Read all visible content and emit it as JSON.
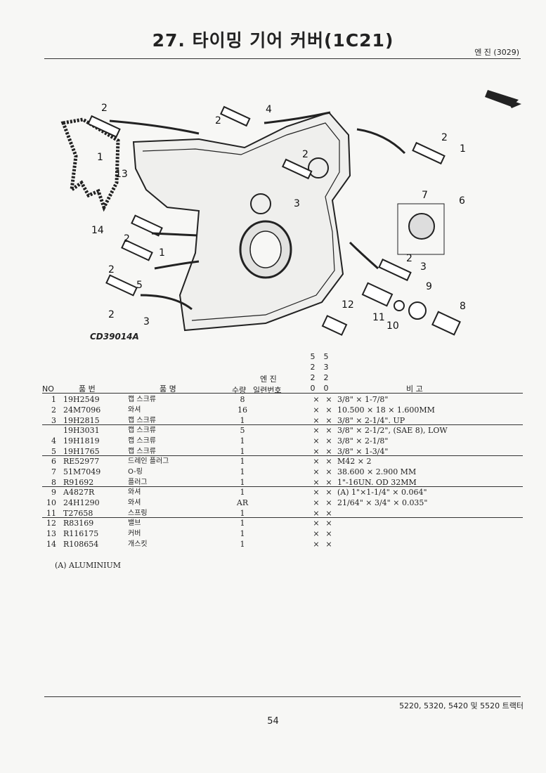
{
  "page": {
    "title": "27. 타이밍 기어 커버(1C21)",
    "section": "엔 진 (3029)",
    "figure_code": "CD39014A",
    "footnote": "(A) ALUMINIUM",
    "footer": "5220, 5320, 5420 및 5520 트랙터",
    "page_number": "54"
  },
  "table": {
    "model_cols": [
      {
        "d1": "5",
        "d2": "2",
        "d3": "2",
        "d4": "0"
      },
      {
        "d1": "5",
        "d2": "3",
        "d3": "2",
        "d4": "0"
      }
    ],
    "headers": {
      "no": "NO",
      "part": "품 번",
      "name": "품 명",
      "qty": "수량",
      "engine_top": "엔 진",
      "engine_bottom": "일련번호",
      "remarks": "비 고"
    },
    "rows": [
      {
        "no": "1",
        "part": "19H2549",
        "name": "캡 스크류",
        "qty": "8",
        "x1": "×",
        "x2": "×",
        "rem": "3/8\" × 1-7/8\""
      },
      {
        "no": "2",
        "part": "24M7096",
        "name": "와셔",
        "qty": "16",
        "x1": "×",
        "x2": "×",
        "rem": "10.500 × 18 × 1.600MM"
      },
      {
        "no": "3",
        "part": "19H2815",
        "name": "캡 스크류",
        "qty": "1",
        "x1": "×",
        "x2": "×",
        "rem": "3/8\" × 2-1/4\". UP"
      },
      {
        "no": "",
        "part": "19H3031",
        "name": "캡 스크류",
        "qty": "5",
        "x1": "×",
        "x2": "×",
        "rem": "3/8\" × 2-1/2\", (SAE 8), LOW"
      },
      {
        "no": "4",
        "part": "19H1819",
        "name": "캡 스크류",
        "qty": "1",
        "x1": "×",
        "x2": "×",
        "rem": "3/8\" × 2-1/8\""
      },
      {
        "no": "5",
        "part": "19H1765",
        "name": "캡 스크류",
        "qty": "1",
        "x1": "×",
        "x2": "×",
        "rem": "3/8\" × 1-3/4\""
      },
      {
        "no": "6",
        "part": "RE52977",
        "name": "드레인 플러그",
        "qty": "1",
        "x1": "×",
        "x2": "×",
        "rem": "M42 × 2"
      },
      {
        "no": "7",
        "part": "51M7049",
        "name": "O-링",
        "qty": "1",
        "x1": "×",
        "x2": "×",
        "rem": "38.600 × 2.900 MM"
      },
      {
        "no": "8",
        "part": "R91692",
        "name": "플러그",
        "qty": "1",
        "x1": "×",
        "x2": "×",
        "rem": "1\"-16UN. OD 32MM"
      },
      {
        "no": "9",
        "part": "A4827R",
        "name": "와셔",
        "qty": "1",
        "x1": "×",
        "x2": "×",
        "rem": "(A) 1\"×1-1/4\" × 0.064\""
      },
      {
        "no": "10",
        "part": "24H1290",
        "name": "와셔",
        "qty": "AR",
        "x1": "×",
        "x2": "×",
        "rem": "21/64\" × 3/4\" × 0.035\""
      },
      {
        "no": "11",
        "part": "T27658",
        "name": "스프링",
        "qty": "1",
        "x1": "×",
        "x2": "×",
        "rem": ""
      },
      {
        "no": "12",
        "part": "R83169",
        "name": "밸브",
        "qty": "1",
        "x1": "×",
        "x2": "×",
        "rem": ""
      },
      {
        "no": "13",
        "part": "R116175",
        "name": "커버",
        "qty": "1",
        "x1": "×",
        "x2": "×",
        "rem": ""
      },
      {
        "no": "14",
        "part": "R108654",
        "name": "개스킷",
        "qty": "1",
        "x1": "×",
        "x2": "×",
        "rem": ""
      }
    ]
  },
  "diagram": {
    "callouts": [
      "2",
      "4",
      "2",
      "1",
      "2",
      "1",
      "13",
      "2",
      "6",
      "7",
      "14",
      "2",
      "1",
      "2",
      "3",
      "2",
      "5",
      "2",
      "3",
      "3",
      "9",
      "8",
      "12",
      "11",
      "10"
    ]
  }
}
